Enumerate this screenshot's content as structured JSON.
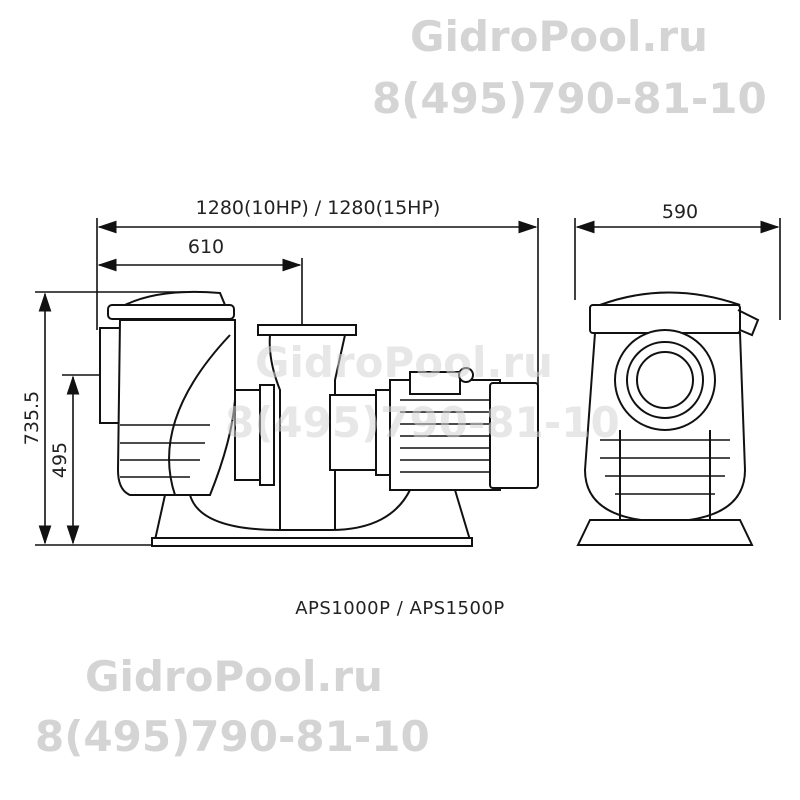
{
  "watermark": {
    "site": "GidroPool.ru",
    "phone": "8(495)790-81-10"
  },
  "dimensions": {
    "overall_length": "1280(10HP) / 1280(15HP)",
    "inlet_to_outlet": "610",
    "width": "590",
    "height": "735.5",
    "inlet_height": "495"
  },
  "caption": "APS1000P / APS1500P",
  "colors": {
    "line": "#111111",
    "watermark": "#d4d4d4"
  }
}
